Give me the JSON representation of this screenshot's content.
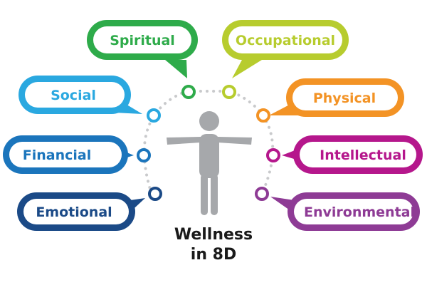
{
  "title": {
    "line1": "Wellness",
    "line2": "in 8D"
  },
  "dimensions": [
    {
      "key": "spiritual",
      "label": "Spiritual",
      "color": "#2eab4a"
    },
    {
      "key": "occupational",
      "label": "Occupational",
      "color": "#b7cc2e"
    },
    {
      "key": "social",
      "label": "Social",
      "color": "#2aa8e0"
    },
    {
      "key": "physical",
      "label": "Physical",
      "color": "#f39325"
    },
    {
      "key": "financial",
      "label": "Financial",
      "color": "#1b75bc"
    },
    {
      "key": "intellectual",
      "label": "Intellectual",
      "color": "#b5178c"
    },
    {
      "key": "emotional",
      "label": "Emotional",
      "color": "#1b4a87"
    },
    {
      "key": "environmental",
      "label": "Environmental",
      "color": "#8e3b95"
    }
  ],
  "colors": {
    "figure": "#a6a8ab",
    "ring_dots": "#c9cacc",
    "title_text": "#1a1a1a"
  },
  "icons": [
    "person-figure-icon"
  ]
}
